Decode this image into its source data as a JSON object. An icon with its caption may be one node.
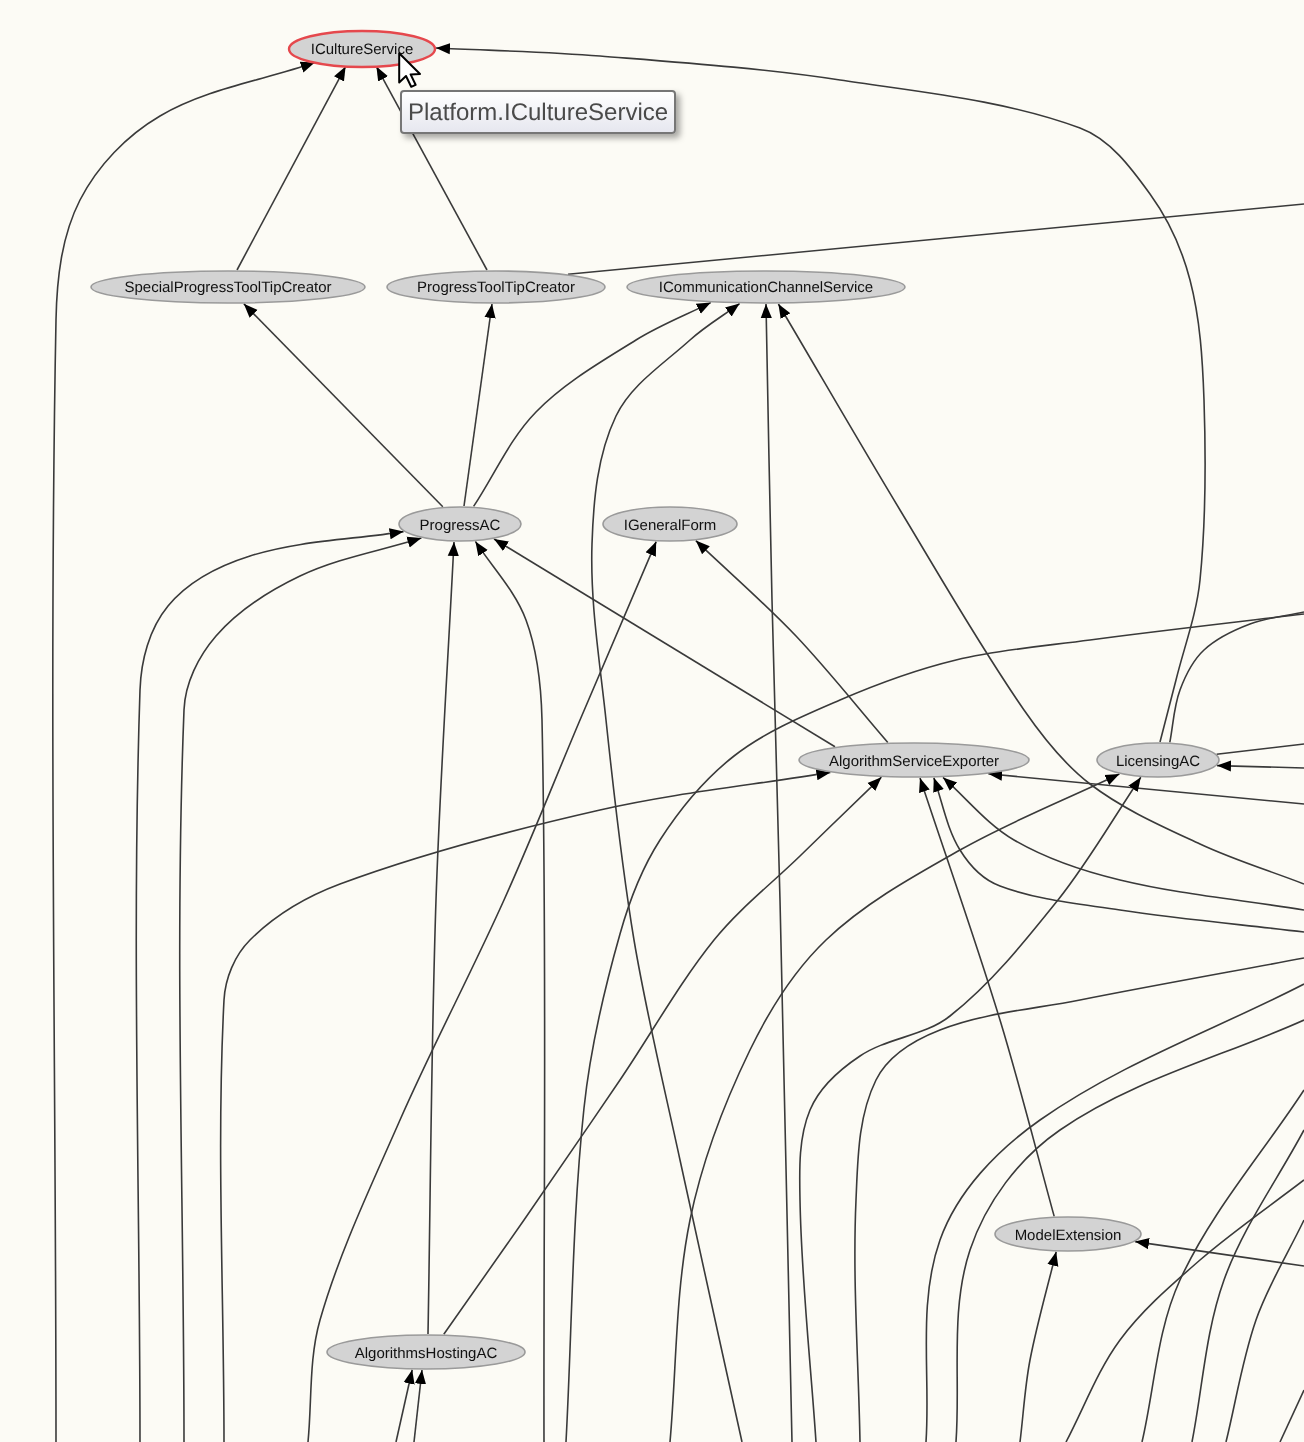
{
  "diagram": {
    "nodes": [
      {
        "text": [
          "ICultureService"
        ]
      },
      {
        "text": [
          "SpecialProgressToolTipCreator"
        ]
      },
      {
        "text": [
          "ProgressToolTipCreator"
        ]
      },
      {
        "text": [
          "ICommunicationChannelService"
        ]
      },
      {
        "text": [
          "ProgressAC"
        ]
      },
      {
        "text": [
          "IGeneralForm"
        ]
      },
      {
        "text": [
          "AlgorithmServiceExporter"
        ]
      },
      {
        "text": [
          "LicensingAC"
        ]
      },
      {
        "text": [
          "ModelExtension"
        ]
      },
      {
        "text": [
          "AlgorithmsHostingAC"
        ]
      }
    ],
    "edges": [
      {
        "from": 1,
        "to": 0,
        "arrow": "to"
      },
      {
        "from": 2,
        "to": 0,
        "arrow": "to"
      },
      {
        "from": null,
        "to": 0,
        "arrow": "to"
      },
      {
        "from": 7,
        "to": 0,
        "arrow": "to"
      },
      {
        "from": 2,
        "to": null,
        "arrow": "none"
      },
      {
        "from": 4,
        "to": 1,
        "arrow": "to"
      },
      {
        "from": 4,
        "to": 2,
        "arrow": "to"
      },
      {
        "from": 4,
        "to": 3,
        "arrow": "to"
      },
      {
        "from": null,
        "to": 3,
        "arrow": "to"
      },
      {
        "from": null,
        "to": 3,
        "arrow": "to"
      },
      {
        "from": null,
        "to": 3,
        "arrow": "to"
      },
      {
        "from": null,
        "to": 4,
        "arrow": "to"
      },
      {
        "from": null,
        "to": 4,
        "arrow": "to"
      },
      {
        "from": 9,
        "to": 4,
        "arrow": "to"
      },
      {
        "from": null,
        "to": 4,
        "arrow": "to"
      },
      {
        "from": 6,
        "to": 4,
        "arrow": "to"
      },
      {
        "from": null,
        "to": 5,
        "arrow": "to"
      },
      {
        "from": 6,
        "to": 5,
        "arrow": "to"
      },
      {
        "from": null,
        "to": 6,
        "arrow": "to"
      },
      {
        "from": 9,
        "to": 6,
        "arrow": "to"
      },
      {
        "from": 8,
        "to": 6,
        "arrow": "to"
      },
      {
        "from": null,
        "to": 6,
        "arrow": "to"
      },
      {
        "from": null,
        "to": 6,
        "arrow": "to"
      },
      {
        "from": null,
        "to": 6,
        "arrow": "to"
      },
      {
        "from": null,
        "to": 7,
        "arrow": "to"
      },
      {
        "from": null,
        "to": 7,
        "arrow": "to"
      },
      {
        "from": null,
        "to": 7,
        "arrow": "to"
      },
      {
        "from": 7,
        "to": null,
        "arrow": "none"
      },
      {
        "from": 7,
        "to": null,
        "arrow": "none"
      },
      {
        "from": null,
        "to": 8,
        "arrow": "to"
      },
      {
        "from": null,
        "to": 8,
        "arrow": "to"
      },
      {
        "from": null,
        "to": 9,
        "arrow": "to"
      },
      {
        "from": null,
        "to": 9,
        "arrow": "to"
      }
    ],
    "labels": [
      "Platform.ICultureService"
    ]
  }
}
